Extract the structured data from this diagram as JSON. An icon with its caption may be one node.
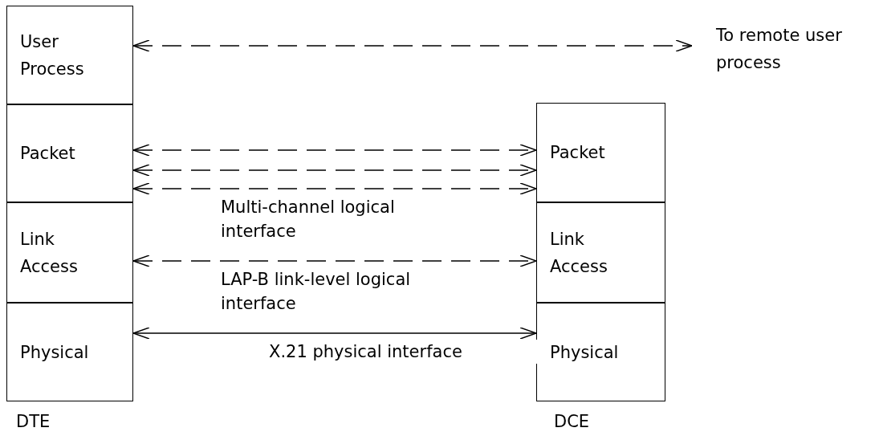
{
  "diagram": {
    "nodes": [
      {
        "text": [
          "User Process"
        ]
      },
      {
        "text": [
          "Packet"
        ]
      },
      {
        "text": [
          "Link Access"
        ]
      },
      {
        "text": [
          "Physical"
        ]
      },
      {
        "text": [
          "To remote user process"
        ]
      },
      {
        "text": [
          "Packet"
        ]
      },
      {
        "text": [
          "Link Access"
        ]
      },
      {
        "text": [
          "Physical"
        ]
      }
    ],
    "edges": [
      {
        "from": 0,
        "to": 4,
        "arrow": "both",
        "style": "dashed"
      },
      {
        "from": 1,
        "to": 5,
        "arrow": "both",
        "style": "dashed"
      },
      {
        "from": 1,
        "to": 5,
        "arrow": "both",
        "style": "dashed"
      },
      {
        "from": 1,
        "to": 5,
        "arrow": "both",
        "style": "dashed",
        "label": "Multi-channel logical interface"
      },
      {
        "from": 2,
        "to": 6,
        "arrow": "both",
        "style": "dashed",
        "label": "LAP-B link-level logical interface"
      },
      {
        "from": 3,
        "to": 7,
        "arrow": "both",
        "label": "X.21 physical interface"
      }
    ],
    "labels": [
      "DTE",
      "DCE"
    ]
  }
}
